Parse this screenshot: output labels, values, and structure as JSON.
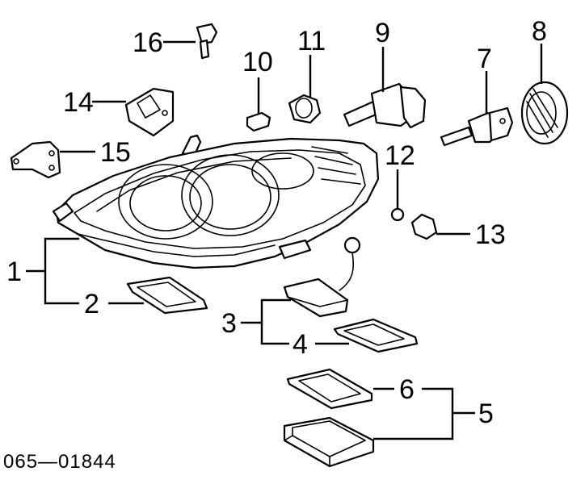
{
  "diagram": {
    "code": "065—01844",
    "callouts": {
      "c1": "1",
      "c2": "2",
      "c3": "3",
      "c4": "4",
      "c5": "5",
      "c6": "6",
      "c7": "7",
      "c8": "8",
      "c9": "9",
      "c10": "10",
      "c11": "11",
      "c12": "12",
      "c13": "13",
      "c14": "14",
      "c15": "15",
      "c16": "16"
    },
    "colors": {
      "line": "#000000",
      "background": "#ffffff"
    }
  }
}
